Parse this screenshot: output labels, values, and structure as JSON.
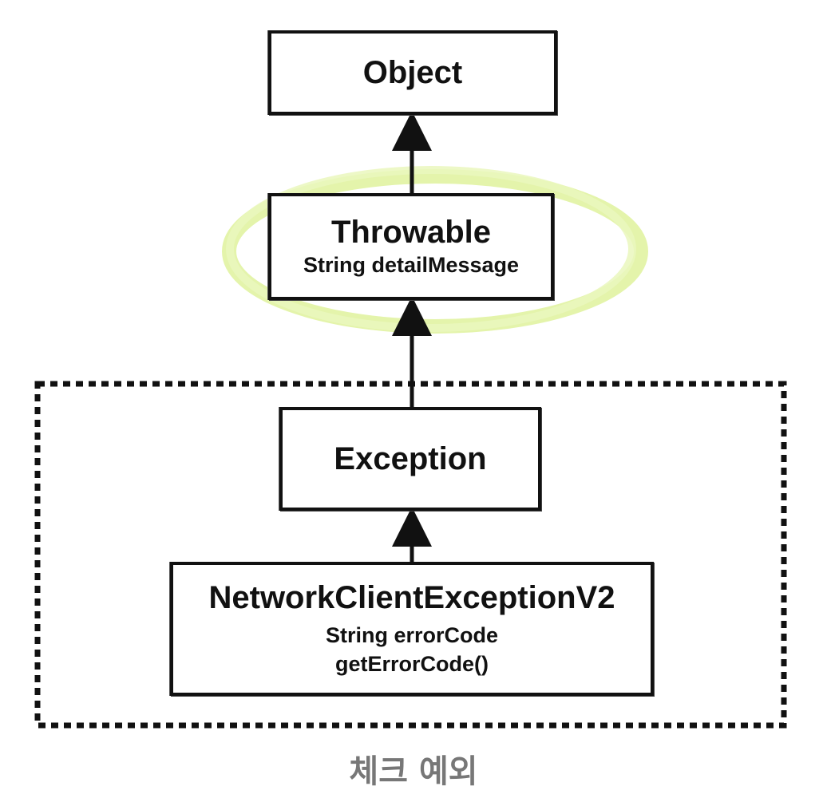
{
  "nodes": {
    "object": {
      "title": "Object"
    },
    "throwable": {
      "title": "Throwable",
      "members": [
        "String detailMessage"
      ]
    },
    "exception": {
      "title": "Exception"
    },
    "network": {
      "title": "NetworkClientExceptionV2",
      "members": [
        "String errorCode",
        "getErrorCode()"
      ]
    }
  },
  "caption": "체크 예외",
  "colors": {
    "stroke": "#111111",
    "highlight": "#e2f3a8",
    "caption": "#777777"
  }
}
